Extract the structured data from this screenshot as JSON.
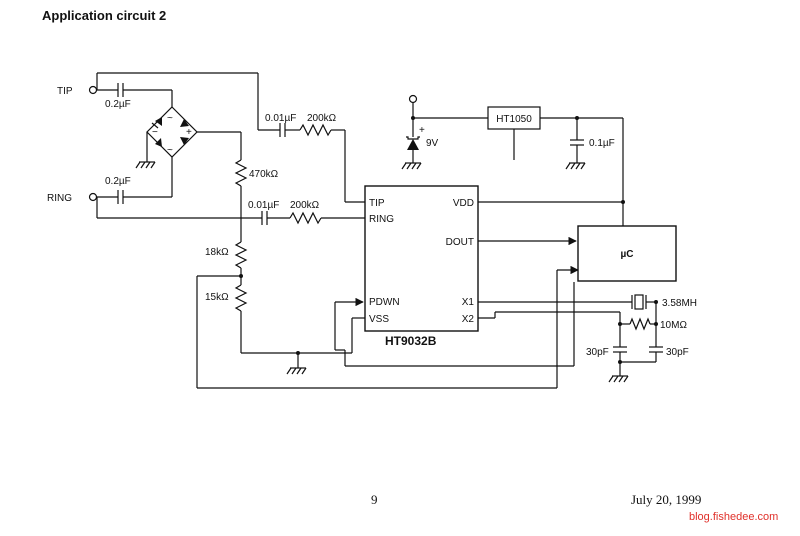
{
  "title": "Application circuit 2",
  "page_number": "9",
  "date": "July 20, 1999",
  "watermark": "blog.fishedee.com",
  "labels": {
    "tip_terminal": "TIP",
    "ring_terminal": "RING",
    "cap_tip": "0.2µF",
    "cap_ring": "0.2µF",
    "cap_tip_series": "0.01µF",
    "res_tip_series": "200kΩ",
    "cap_ring_series": "0.01µF",
    "res_ring_series": "200kΩ",
    "res_470k": "470kΩ",
    "res_18k": "18kΩ",
    "res_15k": "15kΩ",
    "zener": "9V",
    "regulator": "HT1050",
    "cap_vdd": "0.1µF",
    "crystal": "3.58MH",
    "res_10m": "10MΩ",
    "cap_30p_left": "30pF",
    "cap_30p_right": "30pF",
    "mcu": "µC"
  },
  "chip": {
    "name": "HT9032B",
    "pins": {
      "tip": "TIP",
      "ring": "RING",
      "pdwn": "PDWN",
      "vss": "VSS",
      "vdd": "VDD",
      "dout": "DOUT",
      "x1": "X1",
      "x2": "X2"
    }
  }
}
